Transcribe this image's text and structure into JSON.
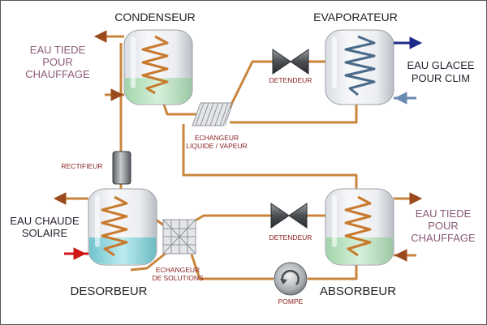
{
  "labels": {
    "condenseur": "CONDENSEUR",
    "evaporateur": "EVAPORATEUR",
    "desorbeur": "DESORBEUR",
    "absorbeur": "ABSORBEUR",
    "rectifieur": "RECTIFIEUR",
    "detendeur_top": "DETENDEUR",
    "detendeur_bottom": "DETENDEUR",
    "pompe": "POMPE",
    "echangeur_lv_1": "ECHANGEUR",
    "echangeur_lv_2": "LIQUIDE / VAPEUR",
    "echangeur_sol_1": "ECHANGEUR",
    "echangeur_sol_2": "DE SOLUTIONS"
  },
  "side_labels": {
    "eau_tiede_top_1": "EAU TIEDE",
    "eau_tiede_top_2": "POUR",
    "eau_tiede_top_3": "CHAUFFAGE",
    "eau_glacee_1": "EAU GLACEE",
    "eau_glacee_2": "POUR CLIM",
    "eau_chaude_1": "EAU CHAUDE",
    "eau_chaude_2": "SOLAIRE",
    "eau_tiede_bot_1": "EAU TIEDE",
    "eau_tiede_bot_2": "POUR",
    "eau_tiede_bot_3": "CHAUFFAGE"
  },
  "colors": {
    "pipe": "#c9853c",
    "pipe_dark": "#8f5520",
    "coil_copper": "#c87a2e",
    "coil_blue": "#4a6a8a",
    "liquid_green": "#b9e3bf",
    "liquid_cyan": "#8fd6dd",
    "text_mauve": "#8a5a78",
    "text_red_small": "#8a1e1e",
    "arrow_brown": "#9b4a1e",
    "arrow_red": "#d01616",
    "arrow_navy": "#1e2a8a",
    "arrow_steel": "#6a8ab0"
  }
}
